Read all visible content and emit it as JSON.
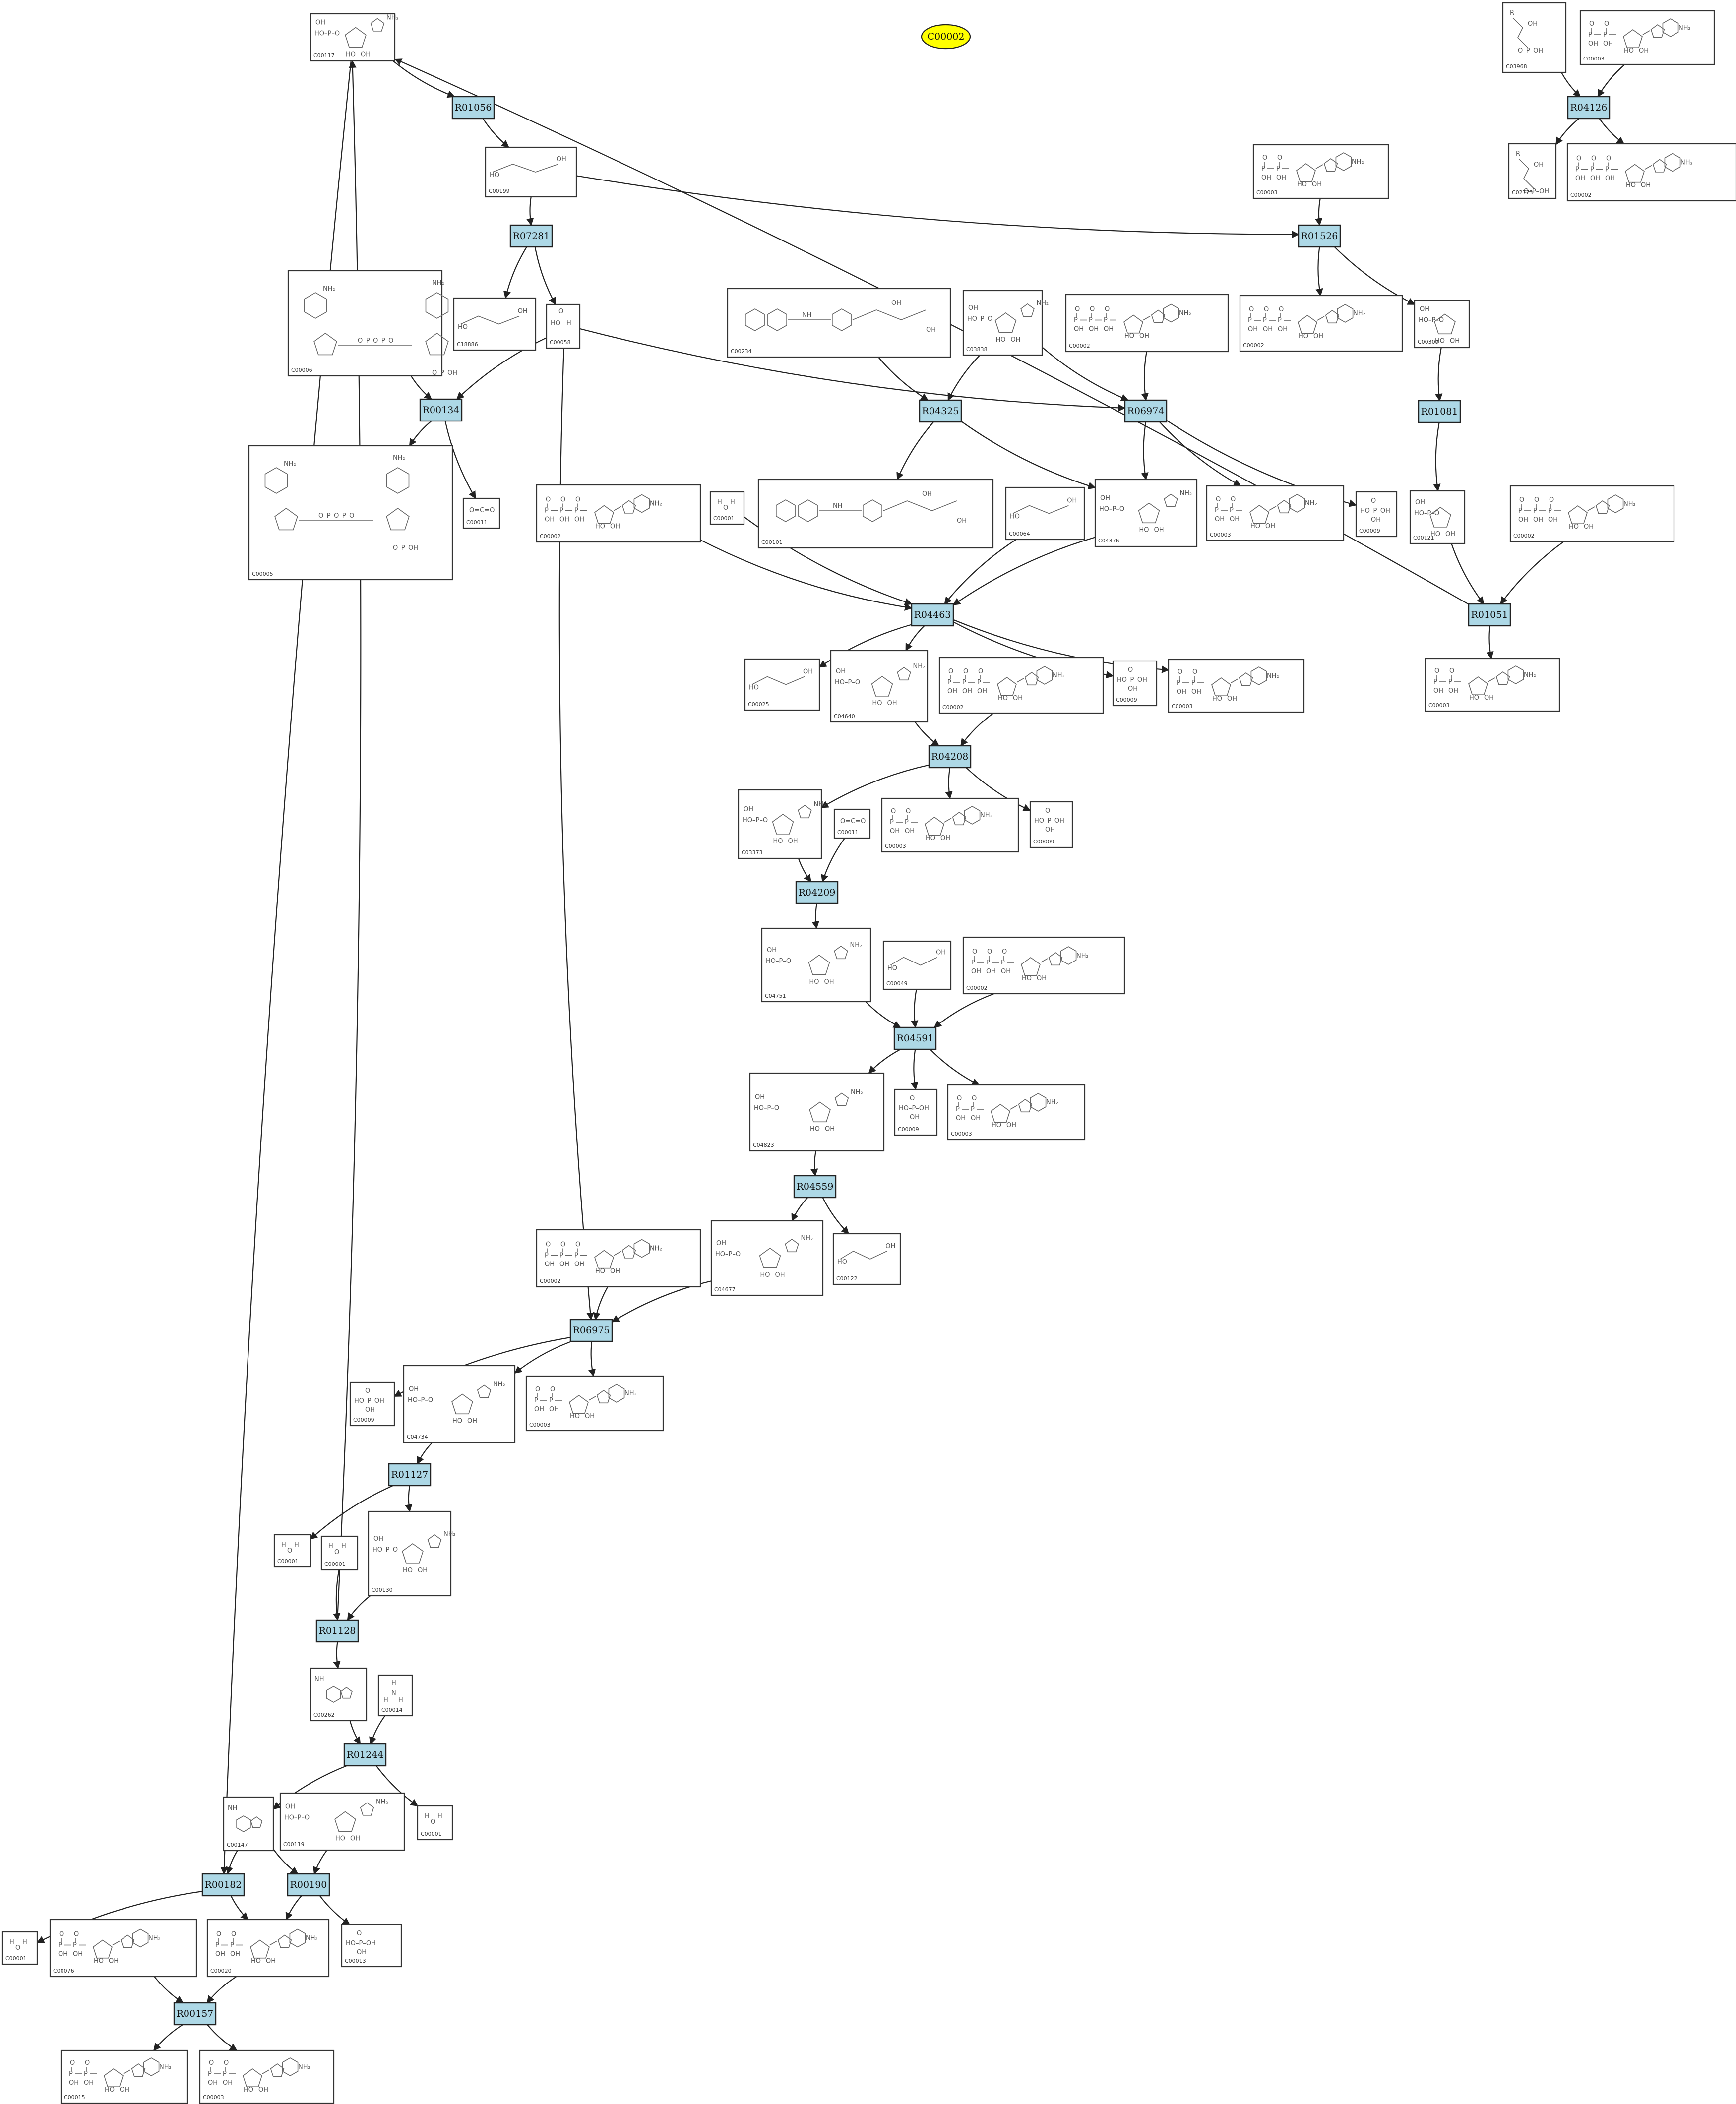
{
  "root": {
    "label": "C00002",
    "color": "#ffff00"
  },
  "colors": {
    "reaction_fill": "#add8e6",
    "compound_fill": "#ffffff",
    "root_fill": "#ffff00",
    "edge": "#222222"
  },
  "reactions": [
    {
      "id": "r01056",
      "label": "R01056"
    },
    {
      "id": "r07281",
      "label": "R07281"
    },
    {
      "id": "r00134",
      "label": "R00134"
    },
    {
      "id": "r04126",
      "label": "R04126"
    },
    {
      "id": "r01526",
      "label": "R01526"
    },
    {
      "id": "r01081",
      "label": "R01081"
    },
    {
      "id": "r04325",
      "label": "R04325"
    },
    {
      "id": "r06974",
      "label": "R06974"
    },
    {
      "id": "r04463",
      "label": "R04463"
    },
    {
      "id": "r01051",
      "label": "R01051"
    },
    {
      "id": "r04208",
      "label": "R04208"
    },
    {
      "id": "r04209",
      "label": "R04209"
    },
    {
      "id": "r04591",
      "label": "R04591"
    },
    {
      "id": "r04559",
      "label": "R04559"
    },
    {
      "id": "r06975",
      "label": "R06975"
    },
    {
      "id": "r01127",
      "label": "R01127"
    },
    {
      "id": "r01128",
      "label": "R01128"
    },
    {
      "id": "r01244",
      "label": "R01244"
    },
    {
      "id": "r00182",
      "label": "R00182"
    },
    {
      "id": "r00190",
      "label": "R00190"
    },
    {
      "id": "r00157",
      "label": "R00157"
    }
  ],
  "compounds": [
    {
      "id": "c1",
      "label": "C00117",
      "mol": "ribose5p"
    },
    {
      "id": "c2",
      "label": "C03968",
      "mol": "glycerolp"
    },
    {
      "id": "c3",
      "label": "C00003",
      "mol": "adp"
    },
    {
      "id": "c4",
      "label": "C00199",
      "mol": "ribulose5p"
    },
    {
      "id": "c5",
      "label": "C02773",
      "mol": "glycerolp"
    },
    {
      "id": "c6",
      "label": "C00002",
      "mol": "atp"
    },
    {
      "id": "c7",
      "label": "C00003",
      "mol": "adp"
    },
    {
      "id": "c8",
      "label": "C00006",
      "mol": "nadp"
    },
    {
      "id": "c9",
      "label": "C18886",
      "mol": "small"
    },
    {
      "id": "c10",
      "label": "C00058",
      "mol": "formate"
    },
    {
      "id": "c11",
      "label": "C00234",
      "mol": "folate"
    },
    {
      "id": "c12",
      "label": "C03838",
      "mol": "ribose5p"
    },
    {
      "id": "c13",
      "label": "C00002",
      "mol": "atp"
    },
    {
      "id": "c14",
      "label": "C00002",
      "mol": "atp"
    },
    {
      "id": "c15",
      "label": "C00309",
      "mol": "ribose5p"
    },
    {
      "id": "c16",
      "label": "C00005",
      "mol": "nadp"
    },
    {
      "id": "c17",
      "label": "C00011",
      "mol": "co2"
    },
    {
      "id": "c18",
      "label": "C00002",
      "mol": "atp"
    },
    {
      "id": "c19",
      "label": "C00001",
      "mol": "water"
    },
    {
      "id": "c20",
      "label": "C00101",
      "mol": "folate"
    },
    {
      "id": "c21",
      "label": "C00064",
      "mol": "small"
    },
    {
      "id": "c22",
      "label": "C04376",
      "mol": "ribose5p"
    },
    {
      "id": "c23",
      "label": "C00003",
      "mol": "adp"
    },
    {
      "id": "c24",
      "label": "C00009",
      "mol": "phosphate"
    },
    {
      "id": "c25",
      "label": "C00121",
      "mol": "ribose5p"
    },
    {
      "id": "c26",
      "label": "C00002",
      "mol": "atp"
    },
    {
      "id": "c27",
      "label": "C00025",
      "mol": "small"
    },
    {
      "id": "c28",
      "label": "C04640",
      "mol": "ribose5p"
    },
    {
      "id": "c29",
      "label": "C00002",
      "mol": "atp"
    },
    {
      "id": "c30",
      "label": "C00009",
      "mol": "phosphate"
    },
    {
      "id": "c31",
      "label": "C00003",
      "mol": "adp"
    },
    {
      "id": "c32",
      "label": "C00003",
      "mol": "adp"
    },
    {
      "id": "c33",
      "label": "C03373",
      "mol": "ribose5p"
    },
    {
      "id": "c34",
      "label": "C00011",
      "mol": "co2"
    },
    {
      "id": "c35",
      "label": "C00003",
      "mol": "adp"
    },
    {
      "id": "c36",
      "label": "C00009",
      "mol": "phosphate"
    },
    {
      "id": "c37",
      "label": "C04751",
      "mol": "ribose5p"
    },
    {
      "id": "c38",
      "label": "C00049",
      "mol": "small"
    },
    {
      "id": "c39",
      "label": "C00002",
      "mol": "atp"
    },
    {
      "id": "c40",
      "label": "C04823",
      "mol": "ribose5p"
    },
    {
      "id": "c41",
      "label": "C00009",
      "mol": "phosphate"
    },
    {
      "id": "c42",
      "label": "C00003",
      "mol": "adp"
    },
    {
      "id": "c43",
      "label": "C00002",
      "mol": "atp"
    },
    {
      "id": "c44",
      "label": "C04677",
      "mol": "ribose5p"
    },
    {
      "id": "c45",
      "label": "C00122",
      "mol": "small"
    },
    {
      "id": "c46",
      "label": "C00009",
      "mol": "phosphate"
    },
    {
      "id": "c47",
      "label": "C04734",
      "mol": "ribose5p"
    },
    {
      "id": "c48",
      "label": "C00003",
      "mol": "adp"
    },
    {
      "id": "c49",
      "label": "C00001",
      "mol": "water"
    },
    {
      "id": "c50",
      "label": "C00001",
      "mol": "water"
    },
    {
      "id": "c51",
      "label": "C00130",
      "mol": "ribose5p"
    },
    {
      "id": "c52",
      "label": "C00262",
      "mol": "purine"
    },
    {
      "id": "c53",
      "label": "C00014",
      "mol": "ammonia"
    },
    {
      "id": "c54",
      "label": "C00147",
      "mol": "purine"
    },
    {
      "id": "c55",
      "label": "C00119",
      "mol": "ribose5p"
    },
    {
      "id": "c56",
      "label": "C00001",
      "mol": "water"
    },
    {
      "id": "c57",
      "label": "C00001",
      "mol": "water"
    },
    {
      "id": "c58",
      "label": "C00076",
      "mol": "adp"
    },
    {
      "id": "c59",
      "label": "C00020",
      "mol": "adp"
    },
    {
      "id": "c60",
      "label": "C00013",
      "mol": "phosphate"
    },
    {
      "id": "c61",
      "label": "C00015",
      "mol": "adp"
    },
    {
      "id": "c62",
      "label": "C00003",
      "mol": "adp"
    }
  ]
}
